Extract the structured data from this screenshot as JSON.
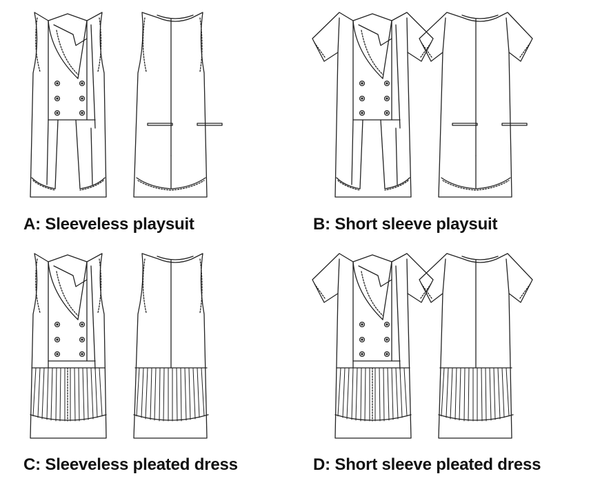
{
  "views": [
    {
      "id": "a",
      "label": "A: Sleeveless playsuit",
      "sleeves": "sleeveless",
      "bottom": "playsuit"
    },
    {
      "id": "b",
      "label": "B: Short sleeve playsuit",
      "sleeves": "short-sleeve",
      "bottom": "playsuit"
    },
    {
      "id": "c",
      "label": "C: Sleeveless pleated dress",
      "sleeves": "sleeveless",
      "bottom": "pleated-dress"
    },
    {
      "id": "d",
      "label": "D: Short sleeve pleated dress",
      "sleeves": "short-sleeve",
      "bottom": "pleated-dress"
    }
  ],
  "colors": {
    "line": "#222222",
    "background": "#ffffff"
  }
}
